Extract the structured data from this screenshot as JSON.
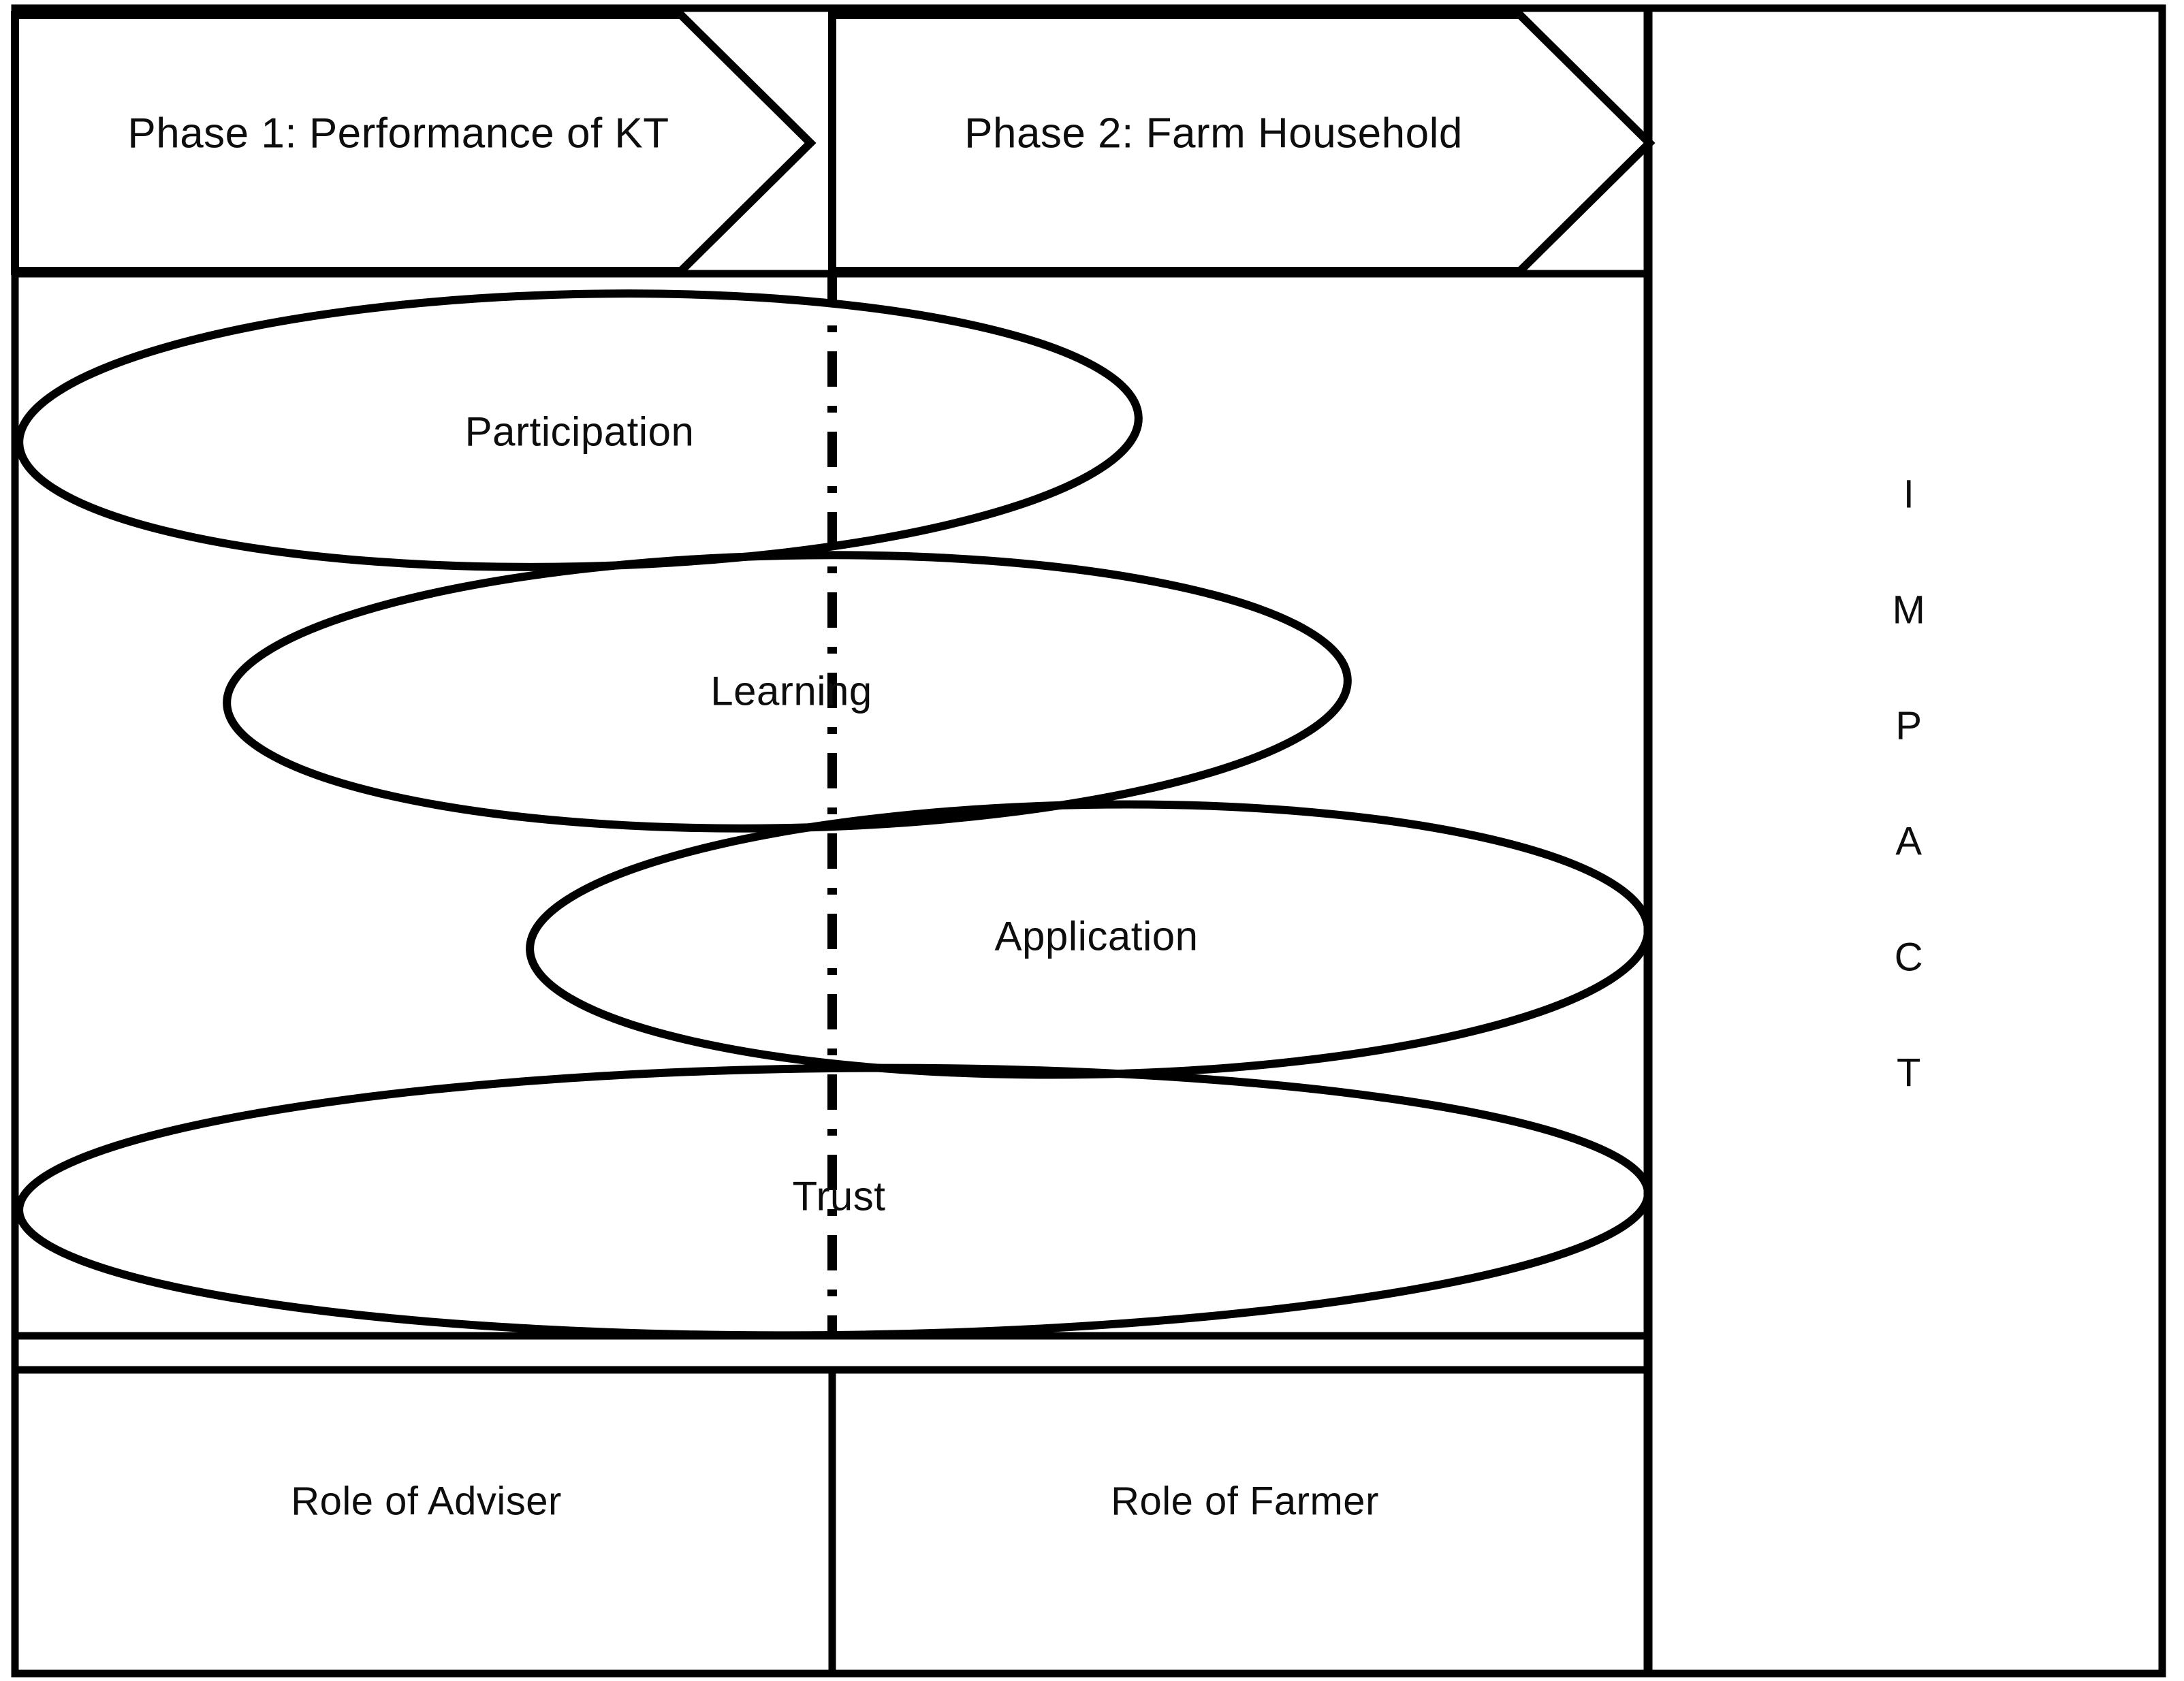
{
  "diagram": {
    "title_present": false,
    "colors": {
      "stroke": "#000000",
      "text": "#0d0d0d",
      "background": "#ffffff"
    },
    "phases": [
      {
        "id": "phase-1",
        "label": "Phase 1: Performance of KT"
      },
      {
        "id": "phase-2",
        "label": "Phase 2: Farm Household"
      }
    ],
    "ellipses": [
      {
        "id": "participation",
        "label": "Participation"
      },
      {
        "id": "learning",
        "label": "Learning"
      },
      {
        "id": "application",
        "label": "Application"
      },
      {
        "id": "trust",
        "label": "Trust"
      }
    ],
    "roles": [
      {
        "id": "role-adviser",
        "label": "Role of Adviser"
      },
      {
        "id": "role-farmer",
        "label": "Role of Farmer"
      }
    ],
    "impact": {
      "word": "IMPACT",
      "letters": [
        "I",
        "M",
        "P",
        "A",
        "C",
        "T"
      ]
    },
    "divider": {
      "style": "dash-dot",
      "orientation": "vertical"
    }
  }
}
